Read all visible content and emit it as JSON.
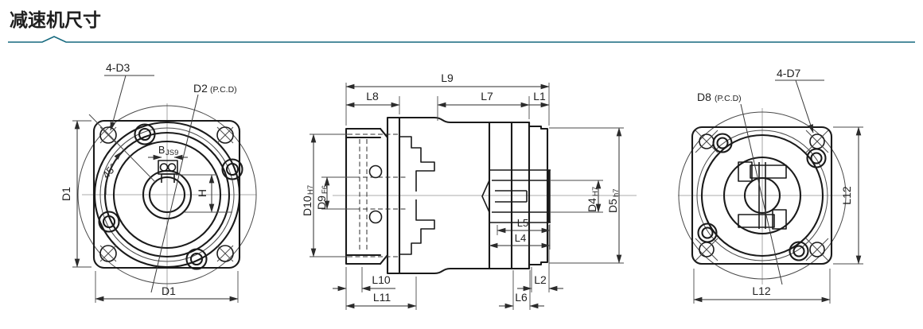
{
  "header": {
    "title": "减速机尺寸"
  },
  "theme": {
    "accent": "#15697E",
    "line_color": "#1a1a1a"
  },
  "front_view": {
    "corner_holes": "4-D3",
    "pcd": "D2",
    "pcd_note": "(P.C.D)",
    "key_width": "B",
    "key_width_tol": "JS9",
    "angle": "45°",
    "height_dim": "D1",
    "width_dim": "D1",
    "key_height": "H"
  },
  "side_view": {
    "l9": "L9",
    "l8": "L8",
    "l7": "L7",
    "l1": "L1",
    "d10": "D10",
    "d10_tol": "H7",
    "d9": "D9",
    "d9_tol": "F6",
    "d4": "D4",
    "d4_tol": "H7",
    "d5": "D5",
    "d5_tol": "h7",
    "l5": "L5",
    "l4": "L4",
    "l10": "L10",
    "l11": "L11",
    "l2": "L2",
    "l6": "L6"
  },
  "rear_view": {
    "corner_holes": "4-D7",
    "pcd": "D8",
    "pcd_note": "(P.C.D)",
    "height_dim": "L12",
    "width_dim": "L12"
  }
}
